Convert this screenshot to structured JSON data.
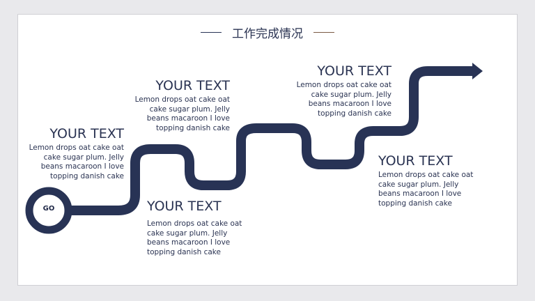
{
  "title": "工作完成情况",
  "colors": {
    "path": "#283355",
    "text": "#2a3352",
    "title_line_left": "#283355",
    "title_line_right": "#7a5a44"
  },
  "start_label": "GO",
  "blocks": [
    {
      "heading": "YOUR TEXT",
      "body": [
        "Lemon drops oat cake oat",
        "cake sugar plum. Jelly",
        "beans macaroon I love",
        "topping danish cake"
      ]
    },
    {
      "heading": "YOUR TEXT",
      "body": [
        "Lemon drops oat cake oat",
        "cake sugar plum. Jelly",
        "beans macaroon I love",
        "topping danish cake"
      ]
    },
    {
      "heading": "YOUR TEXT",
      "body": [
        "Lemon drops oat cake oat",
        "cake sugar plum. Jelly",
        "beans macaroon I love",
        "topping danish cake"
      ]
    },
    {
      "heading": "YOUR TEXT",
      "body": [
        "Lemon drops oat cake oat",
        "cake sugar plum. Jelly",
        "beans macaroon I love",
        "topping danish cake"
      ]
    },
    {
      "heading": "YOUR TEXT",
      "body": [
        "Lemon drops oat cake oat",
        "cake sugar plum. Jelly",
        "beans macaroon I love",
        "topping danish cake"
      ]
    }
  ]
}
